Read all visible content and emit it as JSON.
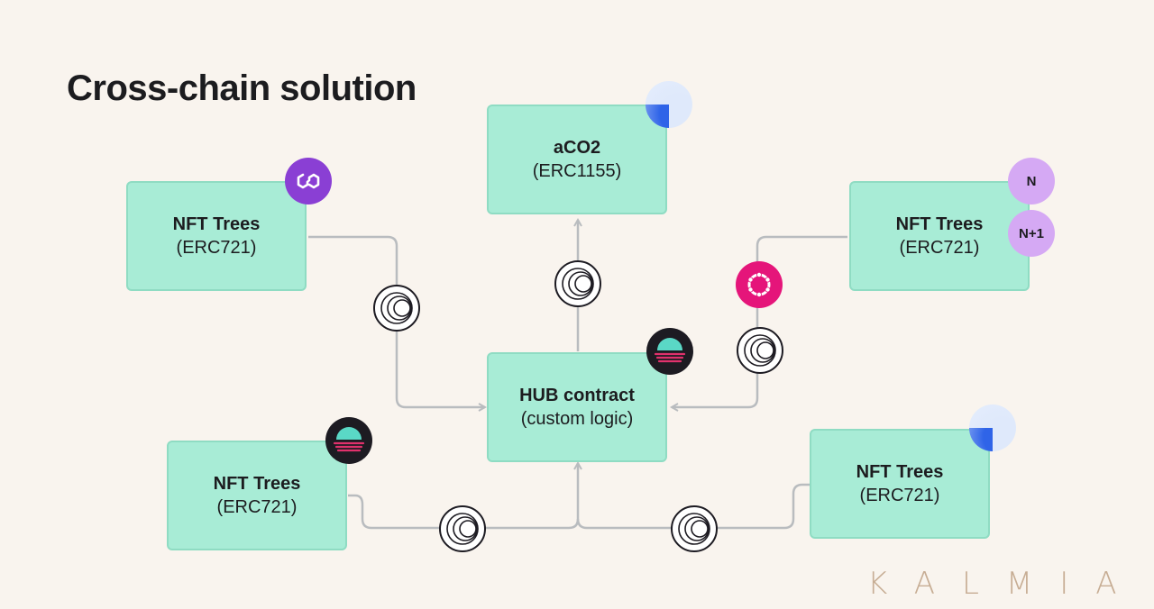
{
  "title": "Cross-chain solution",
  "brand": "KALMIA",
  "nodes": {
    "aco2": {
      "name": "aCO2",
      "sub": "(ERC1155)"
    },
    "trees_top_left": {
      "name": "NFT Trees",
      "sub": "(ERC721)"
    },
    "trees_top_right": {
      "name": "NFT Trees",
      "sub": "(ERC721)"
    },
    "hub": {
      "name": "HUB contract",
      "sub": "(custom logic)"
    },
    "trees_bottom_left": {
      "name": "NFT Trees",
      "sub": "(ERC721)"
    },
    "trees_bottom_right": {
      "name": "NFT Trees",
      "sub": "(ERC721)"
    }
  },
  "badges": {
    "n": "N",
    "n_plus_1": "N+1"
  },
  "icons": {
    "aco2": "blue-chain-icon",
    "trees_top_left": "polygon-icon",
    "trees_top_right_dot": "polkadot-icon",
    "hub": "moonbeam-icon",
    "trees_bottom_left": "moonbeam-icon",
    "trees_bottom_right": "blue-chain-icon",
    "bridge": "bridge-icon"
  },
  "colors": {
    "background": "#f9f4ee",
    "box_fill": "#a8ecd6",
    "box_border": "#8fdcc3",
    "connector": "#b9bcbf",
    "polygon": "#8a3fd4",
    "polkadot": "#e5157a",
    "moonbeam": "#1d1b22",
    "moonbeam_accent": "#5ad8c6",
    "moonbeam_stripes": "#e0316c",
    "blue": "#2f64e8",
    "badge_letter": "#d5a9f4",
    "brand": "#c7ad94"
  }
}
